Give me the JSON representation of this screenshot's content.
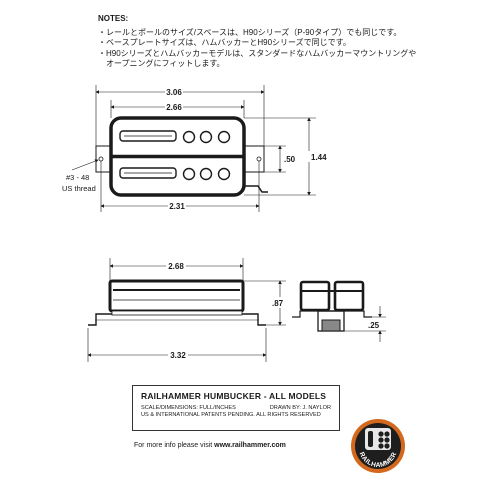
{
  "notes": {
    "title": "NOTES:",
    "lines": [
      "・レールとポールのサイズ/スペースは、H90シリーズ（P-90タイプ）でも同じです。",
      "・ベースプレートサイズは、ハムバッカーとH90シリーズで同じです。",
      "・H90シリーズとハムバッカーモデルは、スタンダードなハムバッカーマウントリングや",
      "　オープニングにフィットします。"
    ]
  },
  "dimensions": {
    "top_overall_width": "3.06",
    "top_cover_width": "2.66",
    "top_height": "1.44",
    "top_half_height": ".50",
    "top_mount_spacing": "2.31",
    "side_cover_width": "2.68",
    "side_height": ".87",
    "side_overall_length": "3.32",
    "side_leg": ".25"
  },
  "thread_label": [
    "#3 - 48",
    "US thread"
  ],
  "title_block": {
    "title": "RAILHAMMER HUMBUCKER - ALL MODELS",
    "scale": "SCALE/DIMENSIONS: FULL/INCHES",
    "drawn": "DRAWN BY: J. NAYLOR",
    "patents": "US & INTERNATIONAL PATENTS PENDING.  ALL RIGHTS RESERVED"
  },
  "more_info": {
    "prefix": "For more info please visit ",
    "url": "www.railhammer.com"
  },
  "logo": {
    "text": "RAILHAMMER",
    "accent": "#d2691e"
  }
}
